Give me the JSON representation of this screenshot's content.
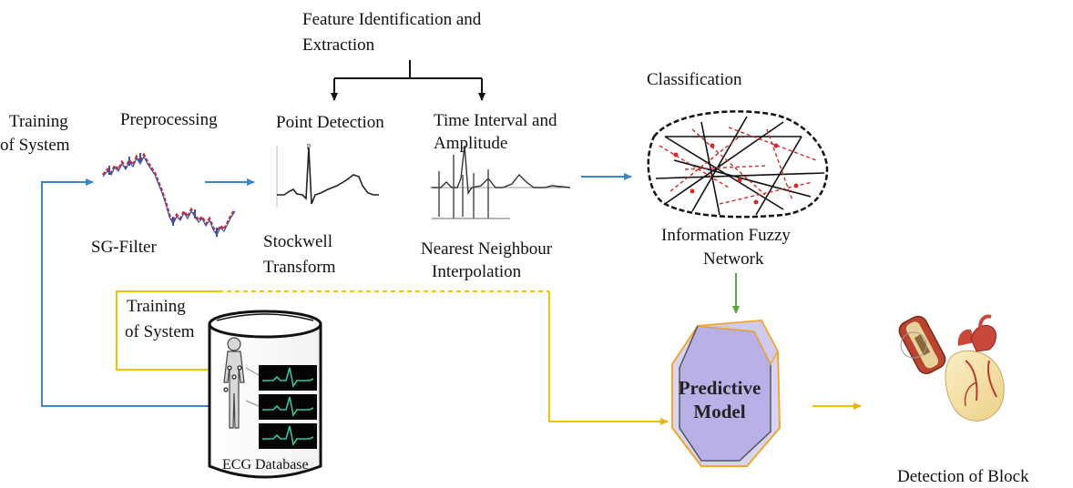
{
  "labels": {
    "feature_title_1": "Feature Identification and",
    "feature_title_2": "Extraction",
    "training_top_1": "Training",
    "training_top_2": "of System",
    "preprocessing": "Preprocessing",
    "point_detection": "Point Detection",
    "time_interval_1": "Time Interval and",
    "time_interval_2": "Amplitude",
    "classification": "Classification",
    "sg_filter": "SG-Filter",
    "stockwell_1": "Stockwell",
    "stockwell_2": "Transform",
    "nearest_1": "Nearest Neighbour",
    "nearest_2": "Interpolation",
    "info_fuzzy_1": "Information Fuzzy",
    "info_fuzzy_2": "Network",
    "training_mid_1": "Training",
    "training_mid_2": "of System",
    "predictive_1": "Predictive",
    "predictive_2": "Model",
    "ecg_database": "ECG Database",
    "detection": "Detection of Block"
  },
  "colors": {
    "blue_arrow": "#3b86c9",
    "yellow_line": "#f2c200",
    "green_arrow": "#5aa83a",
    "black_arrow": "#111111",
    "signal_red": "#d22a2a",
    "signal_blue": "#3a55b0",
    "model_fill": "#b7b1e8",
    "model_edge": "#f2a72c",
    "ecg_green": "#2fc7a4",
    "heart_red": "#c8473b",
    "heart_skin": "#f5e0a8"
  },
  "icons": [
    "ecg-signal-icon",
    "ecg-waveform-icon",
    "fuzzy-network-icon",
    "database-cylinder-icon",
    "human-body-icon",
    "heart-icon",
    "artery-block-icon"
  ]
}
